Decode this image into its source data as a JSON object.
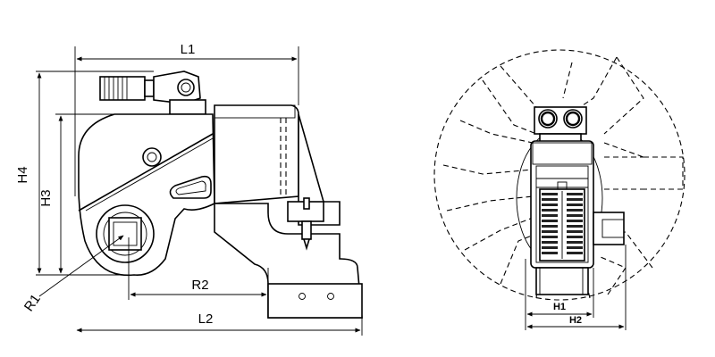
{
  "dimensions": {
    "L1": "L1",
    "L2": "L2",
    "H3": "H3",
    "H4": "H4",
    "R1": "R1",
    "R2": "R2",
    "H1": "H1",
    "H2": "H2"
  }
}
